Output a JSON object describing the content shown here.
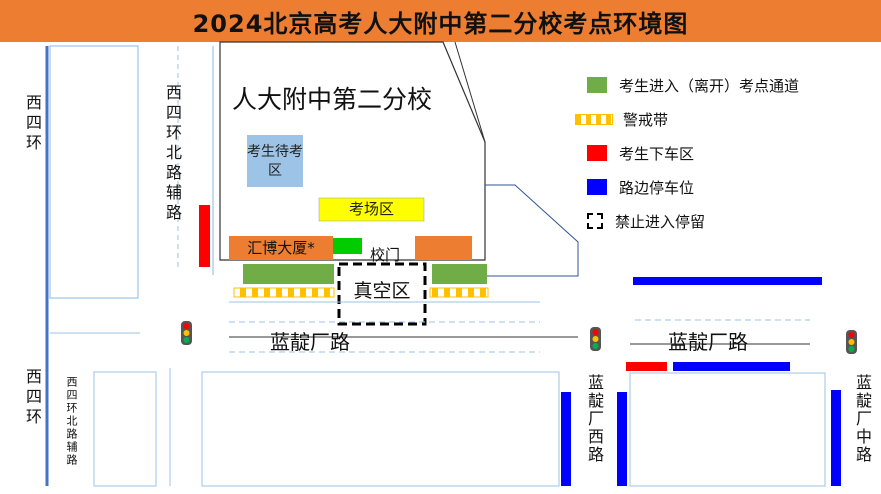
{
  "title": "2024北京高考人大附中第二分校考点环境图",
  "school_name": "人大附中第二分校",
  "areas": {
    "waiting": "考生待考区",
    "exam": "考场区",
    "building": "汇博大厦*",
    "gate": "校门",
    "vacuum": "真空区"
  },
  "roads": {
    "west_4th_ring_top": "西四环",
    "west_4th_ring_bottom": "西四环",
    "aux_road_top": "西四环北路辅路",
    "aux_road_bottom": "西四环北路辅路",
    "landian_left": "蓝靛厂路",
    "landian_right": "蓝靛厂路",
    "landian_west": "蓝靛厂西路",
    "landian_middle": "蓝靛厂中路"
  },
  "legend": [
    {
      "label": "考生进入（离开）考点通道",
      "color": "#70AD47"
    },
    {
      "label": "警戒带",
      "color": "#FFC000"
    },
    {
      "label": "考生下车区",
      "color": "#FF0000"
    },
    {
      "label": "路边停车位",
      "color": "#0000FF"
    },
    {
      "label": "禁止进入停留",
      "color": "#000000"
    }
  ],
  "colors": {
    "title_bg": "#ED7D31",
    "orange": "#ED7D31",
    "green": "#70AD47",
    "bright_green": "#00CC00",
    "yellow": "#FFFF00",
    "red": "#FF0000",
    "blue": "#0000FF",
    "light_blue": "#9DC3E6",
    "road_line": "#4472C4"
  }
}
